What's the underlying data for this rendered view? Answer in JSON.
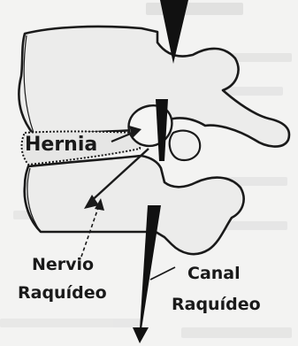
{
  "labels": {
    "hernia": "Hernia",
    "nerve_line1": "Nervio",
    "nerve_line2": "Raquídeo",
    "canal_line1": "Canal",
    "canal_line2": "Raquídeo"
  },
  "colors": {
    "background": "#f3f3f2",
    "outline": "#1a1a1a",
    "label": "#1a1a1a",
    "bleed_through_text": "#c9c9c9"
  }
}
